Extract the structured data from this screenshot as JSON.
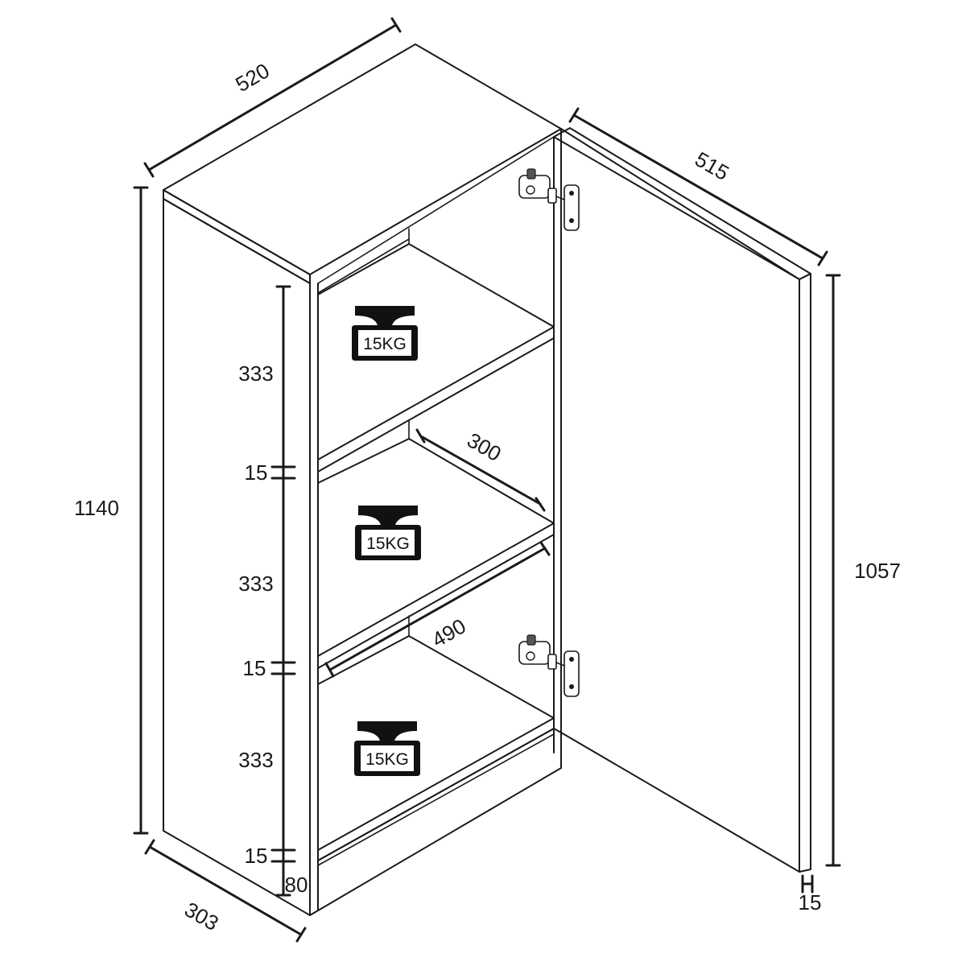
{
  "dimensions": {
    "top_width": "520",
    "door_width": "515",
    "total_height": "1140",
    "depth": "303",
    "door_height": "1057",
    "door_thickness": "15",
    "compartment_height_1": "333",
    "compartment_height_2": "333",
    "compartment_height_3": "333",
    "shelf_thickness_1": "15",
    "shelf_thickness_2": "15",
    "shelf_thickness_3": "15",
    "plinth_height": "80",
    "shelf_depth": "300",
    "inner_width": "490"
  },
  "load_badges": [
    {
      "label": "15KG"
    },
    {
      "label": "15KG"
    },
    {
      "label": "15KG"
    }
  ],
  "icons": [
    "weight-icon",
    "hinge-icon"
  ]
}
